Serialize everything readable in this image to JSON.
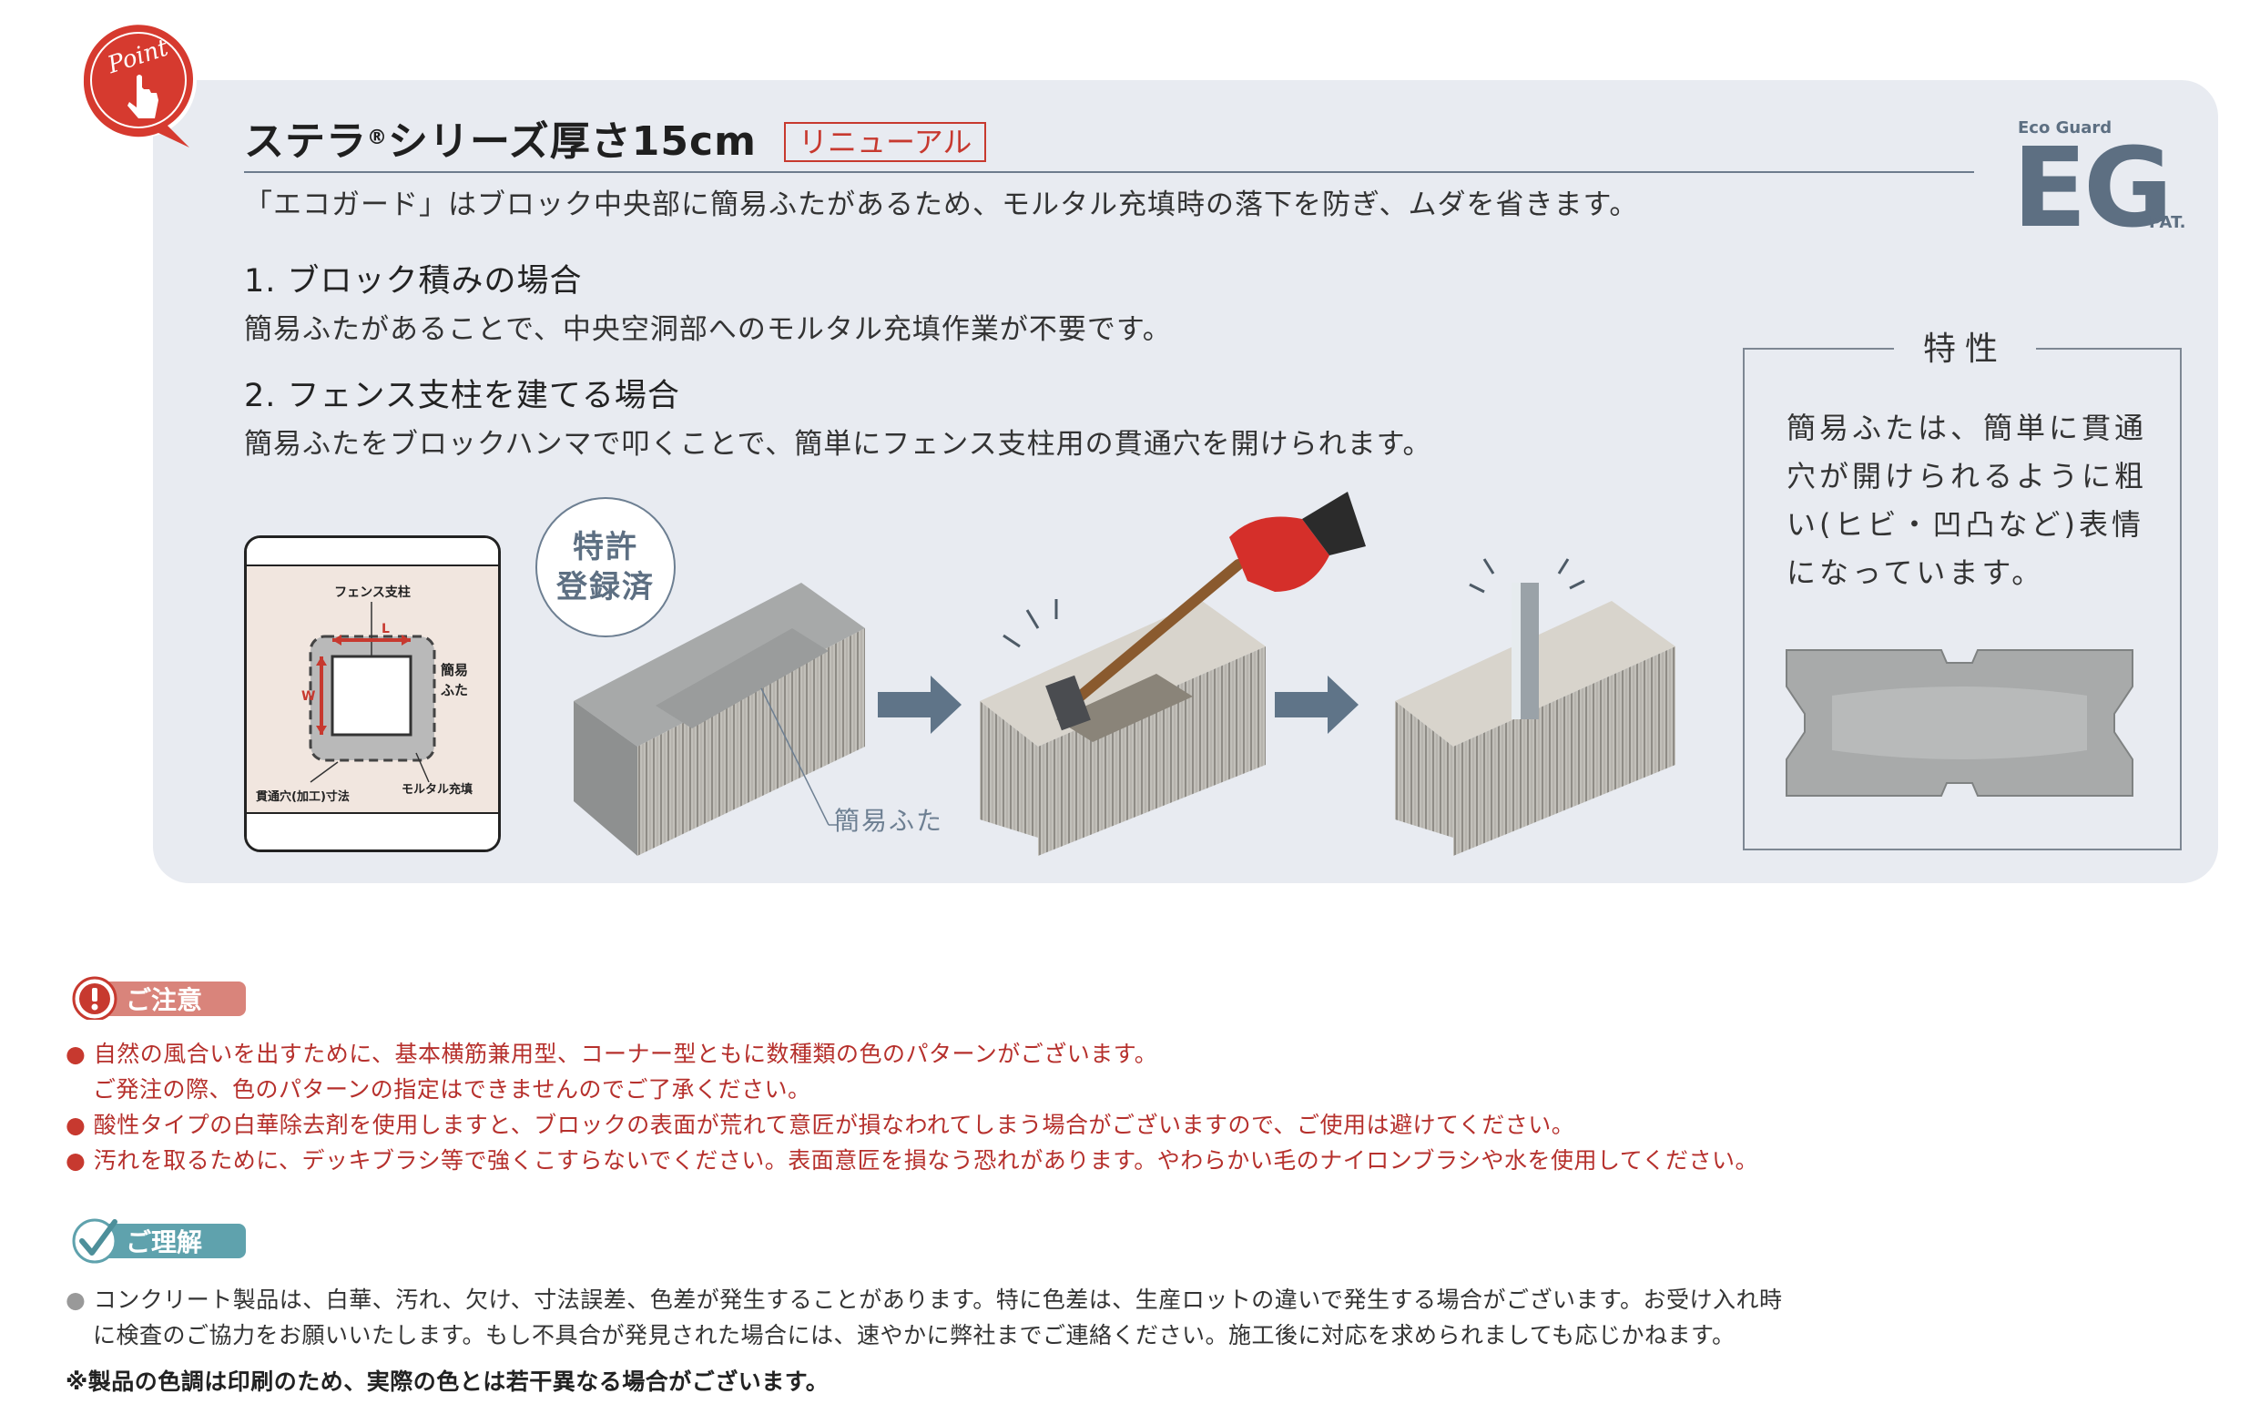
{
  "header": {
    "badge_text": "Point",
    "title": "ステラ",
    "title_reg": "®",
    "title_rest": "シリーズ厚さ15cm",
    "renewal_tag": "リニューアル",
    "logo_small": "Eco Guard",
    "logo_big": "EG",
    "logo_pat": "PAT."
  },
  "intro": "「エコガード」はブロック中央部に簡易ふたがあるため、モルタル充填時の落下を防ぎ、ムダを省きます。",
  "sections": [
    {
      "heading": "1. ブロック積みの場合",
      "text": "簡易ふたがあることで、中央空洞部へのモルタル充填作業が不要です。"
    },
    {
      "heading": "2. フェンス支柱を建てる場合",
      "text": "簡易ふたをブロックハンマで叩くことで、簡単にフェンス支柱用の貫通穴を開けられます。"
    }
  ],
  "diagram": {
    "fence_post": "フェンス支柱",
    "lid_1": "簡易",
    "lid_2": "ふた",
    "dim_l": "L",
    "dim_w": "W",
    "hole": "貫通穴(加工)寸法",
    "mortar": "モルタル充填"
  },
  "patent": {
    "line1": "特許",
    "line2": "登録済"
  },
  "lid_label": "簡易ふた",
  "feature": {
    "title": "特性",
    "lines": [
      "簡易ふたは、簡単に貫通",
      "穴が開けられるように粗",
      "い(ヒビ・凹凸など)表情",
      "になっています。"
    ]
  },
  "caution": {
    "label": "ご注意",
    "items": [
      {
        "bullet": "●",
        "text": "自然の風合いを出すために、基本横筋兼用型、コーナー型ともに数種類の色のパターンがございます。"
      },
      {
        "bullet": "",
        "text": "ご発注の際、色のパターンの指定はできませんのでご了承ください。"
      },
      {
        "bullet": "●",
        "text": "酸性タイプの白華除去剤を使用しますと、ブロックの表面が荒れて意匠が損なわれてしまう場合がございますので、ご使用は避けてください。"
      },
      {
        "bullet": "●",
        "text": "汚れを取るために、デッキブラシ等で強くこすらないでください。表面意匠を損なう恐れがあります。やわらかい毛のナイロンブラシや水を使用してください。"
      }
    ]
  },
  "understanding": {
    "label": "ご理解",
    "items": [
      {
        "bullet": "●",
        "text": "コンクリート製品は、白華、汚れ、欠け、寸法誤差、色差が発生することがあります。特に色差は、生産ロットの違いで発生する場合がございます。お受け入れ時"
      },
      {
        "bullet": "",
        "text": "に検査のご協力をお願いいたします。もし不具合が発見された場合には、速やかに弊社までご連絡ください。施工後に対応を求められましても応じかねます。"
      }
    ]
  },
  "footnote": "※製品の色調は印刷のため、実際の色とは若干異なる場合がございます。",
  "colors": {
    "accent_red": "#c7392f",
    "steel_blue": "#5d6f82",
    "panel_bg": "#e8ebf1",
    "teal": "#5fa2ad"
  }
}
